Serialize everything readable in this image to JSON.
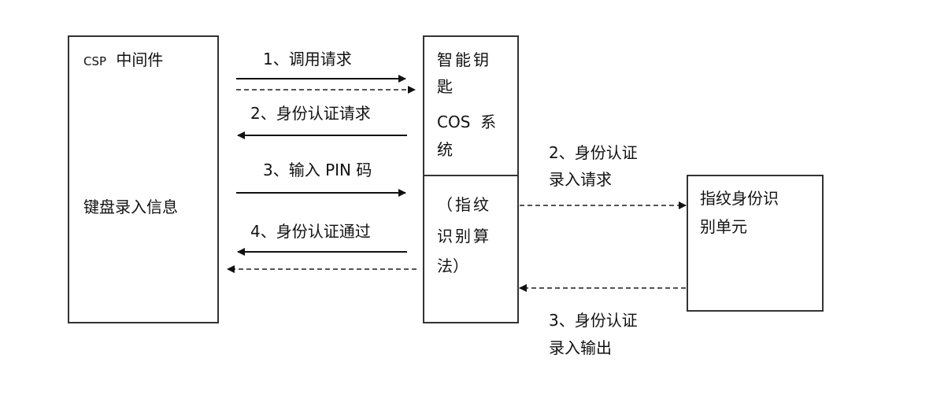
{
  "nodes": {
    "csp": {
      "title_prefix": "CSP",
      "title": "中间件",
      "subtitle": "键盘录入信息"
    },
    "smartkey": {
      "upper_lines": [
        "智能钥",
        "匙",
        "COS  系",
        "统"
      ],
      "lower_lines": [
        "（指纹",
        "识别算",
        "法）"
      ]
    },
    "fingerprint_unit": {
      "lines": [
        "指纹身份识",
        "别单元"
      ]
    }
  },
  "edges": {
    "left": [
      {
        "label": "1、调用请求",
        "direction": "right",
        "style": "solid"
      },
      {
        "label": "",
        "direction": "right",
        "style": "dashed"
      },
      {
        "label": "2、身份认证请求",
        "direction": "left",
        "style": "solid"
      },
      {
        "label": "3、输入 PIN 码",
        "direction": "right",
        "style": "solid"
      },
      {
        "label": "4、身份认证通过",
        "direction": "left",
        "style": "solid"
      },
      {
        "label": "",
        "direction": "left",
        "style": "dashed"
      }
    ],
    "right": [
      {
        "label_lines": [
          "2、身份认证",
          "录入请求"
        ],
        "direction": "right",
        "style": "dashed"
      },
      {
        "label_lines": [
          "3、身份认证",
          "录入输出"
        ],
        "direction": "left",
        "style": "dashed"
      }
    ]
  }
}
